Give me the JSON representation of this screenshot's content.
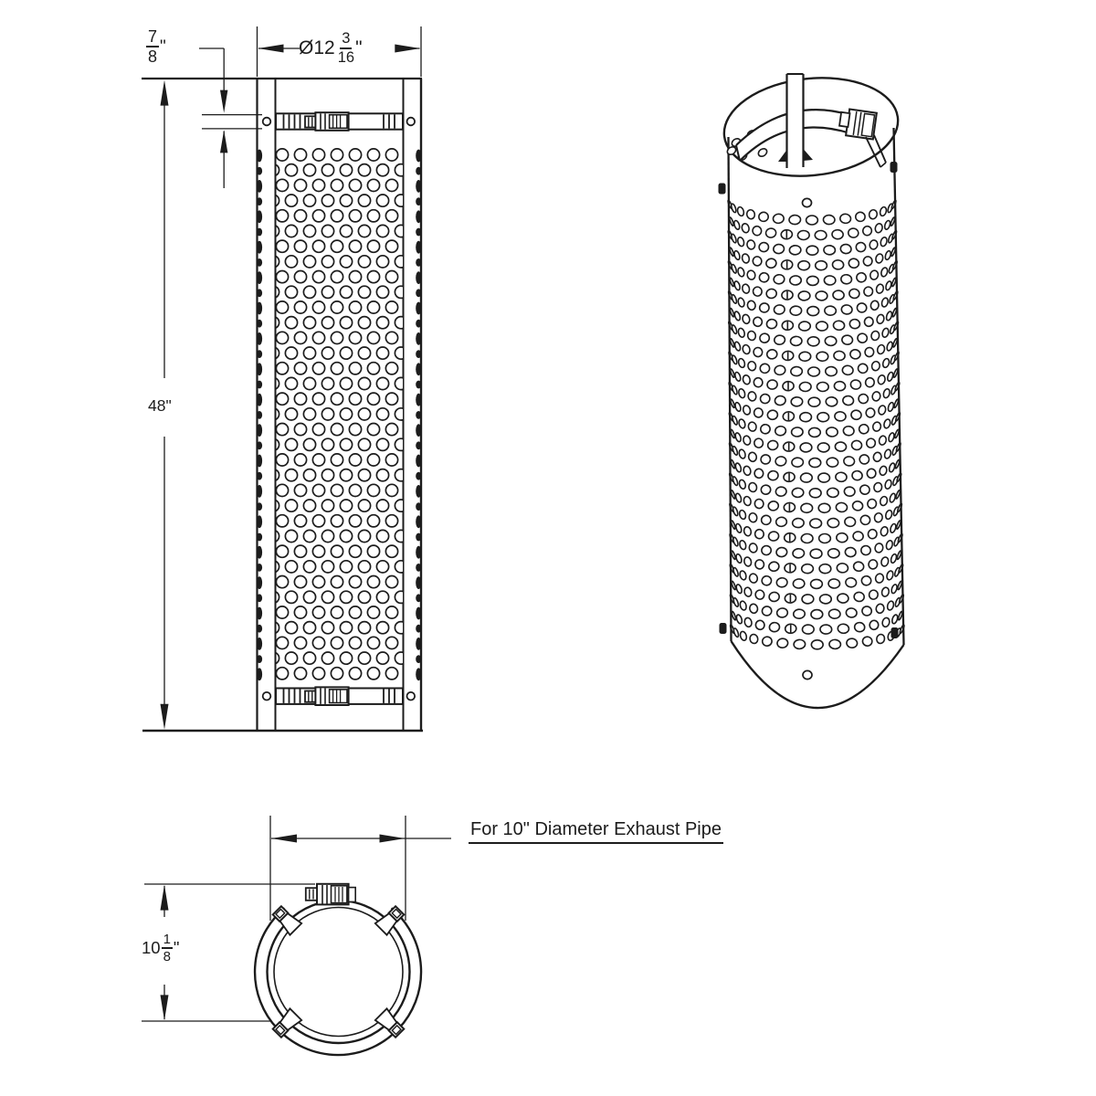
{
  "ink": "#1c1c1c",
  "background": "#ffffff",
  "front_view": {
    "outer_diameter_dim": {
      "prefix": "Ø12",
      "num": "3",
      "den": "16",
      "unit": "\""
    },
    "band_width_dim": {
      "num": "7",
      "den": "8",
      "unit": "\""
    },
    "overall_height_dim": "48\""
  },
  "bottom_view": {
    "clamp_height_dim": {
      "whole": "10",
      "num": "1",
      "den": "8",
      "unit": "\""
    },
    "note": "For 10\" Diameter Exhaust Pipe"
  }
}
